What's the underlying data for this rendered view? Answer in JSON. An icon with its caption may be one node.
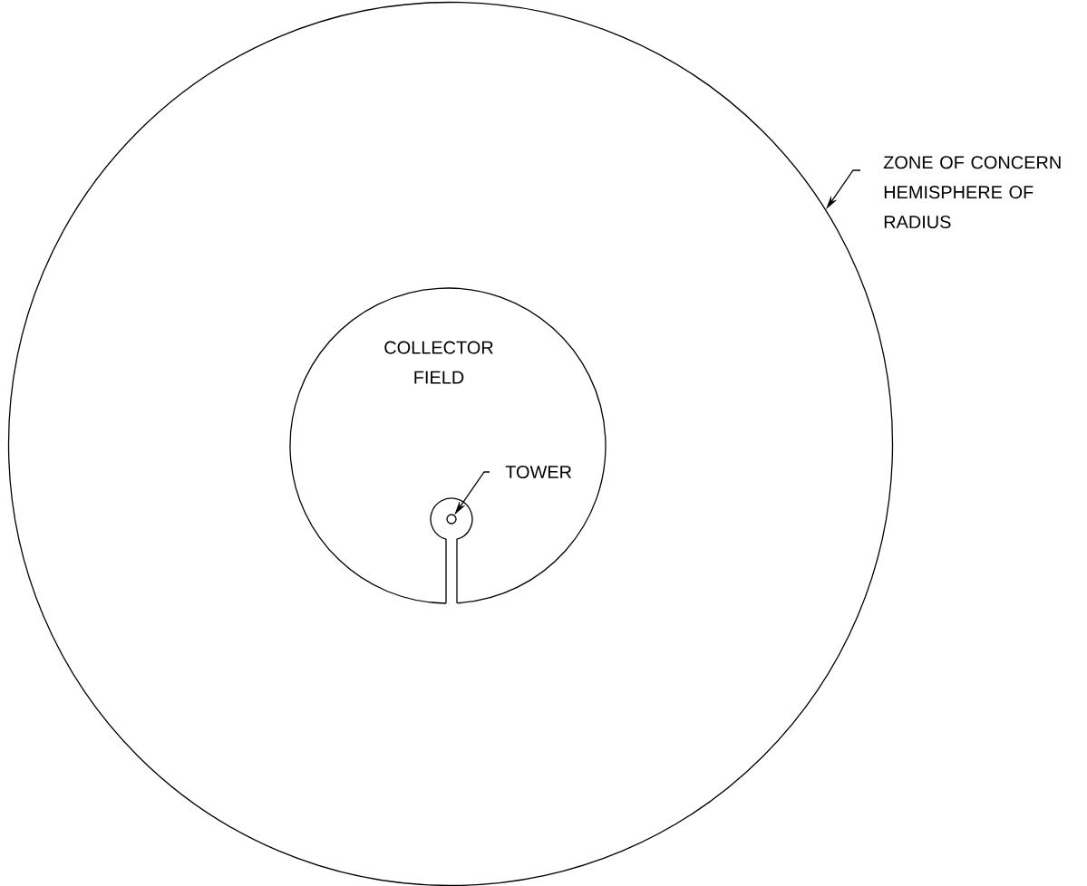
{
  "diagram": {
    "nodes": [
      {
        "text": [],
        "shape": "circle"
      },
      {
        "text": [
          "ZONE OF CONCERN HEMISPHERE OF RADIUS"
        ]
      },
      {
        "text": [
          "COLLECTOR FIELD"
        ],
        "in": 0
      },
      {
        "text": [],
        "shape": "circle",
        "in": 2
      },
      {
        "text": [
          "TOWER"
        ],
        "in": 2
      }
    ],
    "edges": [
      {
        "from": 1,
        "to": 0,
        "arrow": "to"
      },
      {
        "from": 4,
        "to": 3,
        "arrow": "to"
      }
    ]
  }
}
